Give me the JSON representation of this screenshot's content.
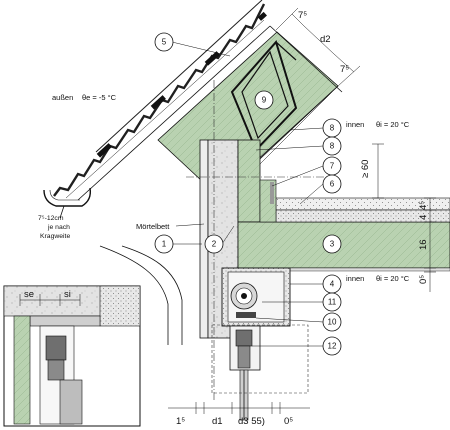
{
  "colors": {
    "insulation": "#b9d2b1",
    "concrete": "#b4ccae",
    "plaster": "#e2e2e2",
    "wall": "#d9d9d9",
    "window_frame": "#6f6f6f",
    "tile": "#202020",
    "line": "#111111"
  },
  "labels": {
    "outside_prefix": "außen",
    "outside_theta": "θe = -5 °C",
    "inside_upper_prefix": "innen",
    "inside_upper_theta": "θi = 20 °C",
    "inside_lower_prefix": "innen",
    "inside_lower_theta": "θi = 20 °C",
    "moertelbett": "Mörtelbett",
    "gutter_line1": "7⁵-12cm",
    "gutter_line2": "je nach",
    "gutter_line3": "Kragweite"
  },
  "callouts": [
    "1",
    "2",
    "3",
    "4",
    "5",
    "6",
    "7",
    "8",
    "8",
    "9",
    "10",
    "11",
    "12"
  ],
  "dimensions": {
    "top_75": "7⁵",
    "d2": "d2",
    "side_75": "7⁵",
    "ge60": "≥ 60",
    "v_4": "4",
    "v_45": "4⁵",
    "v_16": "16",
    "v_05": "0⁵",
    "b_15": "1⁵",
    "b_d1": "d1",
    "b_d3": "d3 55)",
    "b_05": "0⁵",
    "inset_se": "se",
    "inset_si": "si"
  }
}
